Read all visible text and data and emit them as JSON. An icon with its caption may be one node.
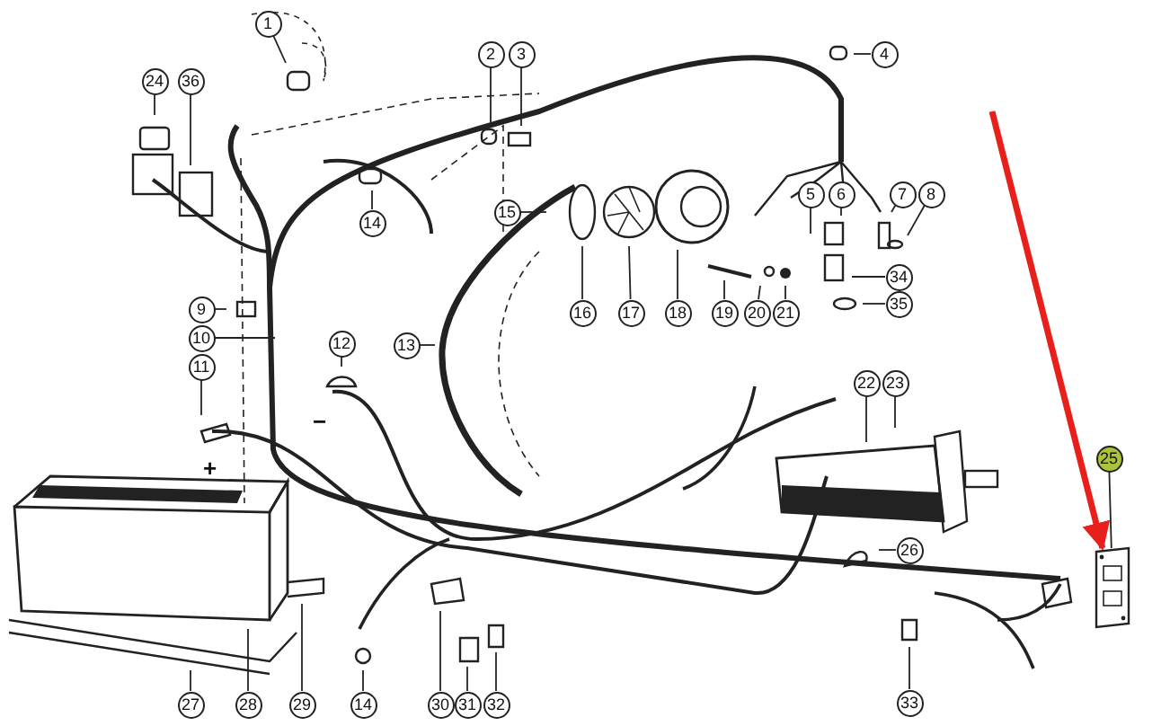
{
  "diagram": {
    "nodes": [
      {
        "text": [
          "1"
        ]
      },
      {
        "text": [
          "2"
        ]
      },
      {
        "text": [
          "3"
        ]
      },
      {
        "text": [
          "4"
        ]
      },
      {
        "text": [
          "24"
        ]
      },
      {
        "text": [
          "36"
        ]
      },
      {
        "text": [
          "5"
        ]
      },
      {
        "text": [
          "6"
        ]
      },
      {
        "text": [
          "7"
        ]
      },
      {
        "text": [
          "8"
        ]
      },
      {
        "text": [
          "15"
        ]
      },
      {
        "text": [
          "14"
        ]
      },
      {
        "text": [
          "34"
        ]
      },
      {
        "text": [
          "35"
        ]
      },
      {
        "text": [
          "9"
        ]
      },
      {
        "text": [
          "16"
        ]
      },
      {
        "text": [
          "17"
        ]
      },
      {
        "text": [
          "18"
        ]
      },
      {
        "text": [
          "19"
        ]
      },
      {
        "text": [
          "20"
        ]
      },
      {
        "text": [
          "21"
        ]
      },
      {
        "text": [
          "10"
        ]
      },
      {
        "text": [
          "12"
        ]
      },
      {
        "text": [
          "13"
        ]
      },
      {
        "text": [
          "11"
        ]
      },
      {
        "text": [
          "22"
        ]
      },
      {
        "text": [
          "23"
        ]
      },
      {
        "text": [
          "25"
        ]
      },
      {
        "text": [],
        "shape": "picture"
      },
      {
        "text": [
          "26"
        ]
      },
      {
        "text": [
          "27"
        ]
      },
      {
        "text": [
          "28"
        ]
      },
      {
        "text": [
          "29"
        ]
      },
      {
        "text": [
          "14"
        ]
      },
      {
        "text": [
          "30"
        ]
      },
      {
        "text": [
          "31"
        ]
      },
      {
        "text": [
          "32"
        ]
      },
      {
        "text": [
          "33"
        ]
      }
    ],
    "edges": [
      {
        "from": 0,
        "to": null,
        "arrow": "none"
      },
      {
        "from": 1,
        "to": null,
        "arrow": "none"
      },
      {
        "from": 2,
        "to": null,
        "arrow": "none"
      },
      {
        "from": 3,
        "to": null,
        "arrow": "none"
      },
      {
        "from": 4,
        "to": null,
        "arrow": "none"
      },
      {
        "from": 5,
        "to": null,
        "arrow": "none"
      },
      {
        "from": 6,
        "to": null,
        "arrow": "none"
      },
      {
        "from": 7,
        "to": null,
        "arrow": "none"
      },
      {
        "from": 8,
        "to": null,
        "arrow": "none"
      },
      {
        "from": 9,
        "to": null,
        "arrow": "none"
      },
      {
        "from": 10,
        "to": null,
        "arrow": "none"
      },
      {
        "from": 11,
        "to": null,
        "arrow": "none"
      },
      {
        "from": 12,
        "to": null,
        "arrow": "none"
      },
      {
        "from": 13,
        "to": null,
        "arrow": "none"
      },
      {
        "from": 14,
        "to": null,
        "arrow": "none"
      },
      {
        "from": 15,
        "to": null,
        "arrow": "none"
      },
      {
        "from": 16,
        "to": null,
        "arrow": "none"
      },
      {
        "from": 17,
        "to": null,
        "arrow": "none"
      },
      {
        "from": 18,
        "to": null,
        "arrow": "none"
      },
      {
        "from": 19,
        "to": null,
        "arrow": "none"
      },
      {
        "from": 20,
        "to": null,
        "arrow": "none"
      },
      {
        "from": 21,
        "to": null,
        "arrow": "none"
      },
      {
        "from": 22,
        "to": null,
        "arrow": "none"
      },
      {
        "from": 23,
        "to": null,
        "arrow": "none"
      },
      {
        "from": 24,
        "to": null,
        "arrow": "none"
      },
      {
        "from": 25,
        "to": null,
        "arrow": "none"
      },
      {
        "from": 26,
        "to": null,
        "arrow": "none"
      },
      {
        "from": 27,
        "to": 28,
        "arrow": "none"
      },
      {
        "from": 29,
        "to": null,
        "arrow": "none"
      },
      {
        "from": 30,
        "to": null,
        "arrow": "none"
      },
      {
        "from": 31,
        "to": null,
        "arrow": "none"
      },
      {
        "from": 32,
        "to": null,
        "arrow": "none"
      },
      {
        "from": 33,
        "to": null,
        "arrow": "none"
      },
      {
        "from": 34,
        "to": null,
        "arrow": "none"
      },
      {
        "from": 35,
        "to": null,
        "arrow": "none"
      },
      {
        "from": 36,
        "to": null,
        "arrow": "none"
      },
      {
        "from": 37,
        "to": null,
        "arrow": "none"
      },
      {
        "from": null,
        "to": 28,
        "arrow": "to",
        "style": "thick",
        "color": "#e8201c"
      }
    ],
    "labels": [
      "+",
      "−"
    ]
  }
}
